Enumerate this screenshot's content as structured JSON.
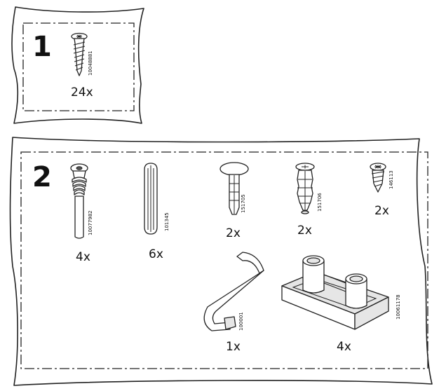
{
  "steps": [
    {
      "number": "1",
      "parts": [
        {
          "code": "10048881",
          "quantity": "24x",
          "icon": "screw-icon"
        }
      ]
    },
    {
      "number": "2",
      "parts": [
        {
          "code": "10077982",
          "quantity": "4x",
          "icon": "cam-bolt-icon"
        },
        {
          "code": "101345",
          "quantity": "6x",
          "icon": "wooden-dowel-icon"
        },
        {
          "code": "151705",
          "quantity": "2x",
          "icon": "plastic-plug-icon"
        },
        {
          "code": "151706",
          "quantity": "2x",
          "icon": "wall-plug-icon"
        },
        {
          "code": "146113",
          "quantity": "2x",
          "icon": "small-screw-icon"
        },
        {
          "code": "100001",
          "quantity": "1x",
          "icon": "allen-key-icon"
        },
        {
          "code": "10061178",
          "quantity": "4x",
          "icon": "plastic-foot-icon"
        }
      ]
    }
  ]
}
